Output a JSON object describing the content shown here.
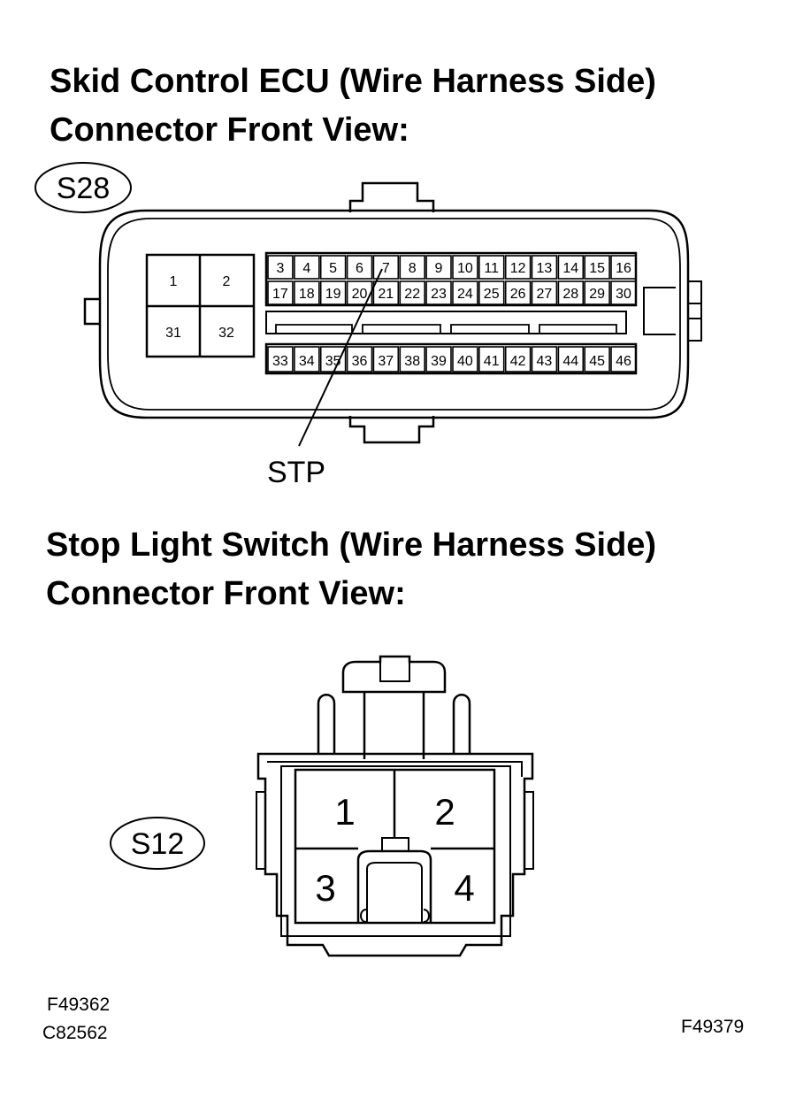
{
  "ecu_section": {
    "title_line1": "Skid Control ECU (Wire Harness Side)",
    "title_line2": "Connector Front View:",
    "connector_id": "S28",
    "big_terminals": [
      "1",
      "2",
      "31",
      "32"
    ],
    "row1": [
      "3",
      "4",
      "5",
      "6",
      "7",
      "8",
      "9",
      "10",
      "11",
      "12",
      "13",
      "14",
      "15",
      "16"
    ],
    "row2": [
      "17",
      "18",
      "19",
      "20",
      "21",
      "22",
      "23",
      "24",
      "25",
      "26",
      "27",
      "28",
      "29",
      "30"
    ],
    "row3": [
      "33",
      "34",
      "35",
      "36",
      "37",
      "38",
      "39",
      "40",
      "41",
      "42",
      "43",
      "44",
      "45",
      "46"
    ],
    "callout_label": "STP"
  },
  "switch_section": {
    "title_line1": "Stop Light Switch (Wire Harness Side)",
    "title_line2": "Connector Front View:",
    "connector_id": "S12",
    "terminals": [
      "1",
      "2",
      "3",
      "4"
    ]
  },
  "figure_codes": {
    "left_1": "F49362",
    "left_2": "C82562",
    "right": "F49379"
  }
}
